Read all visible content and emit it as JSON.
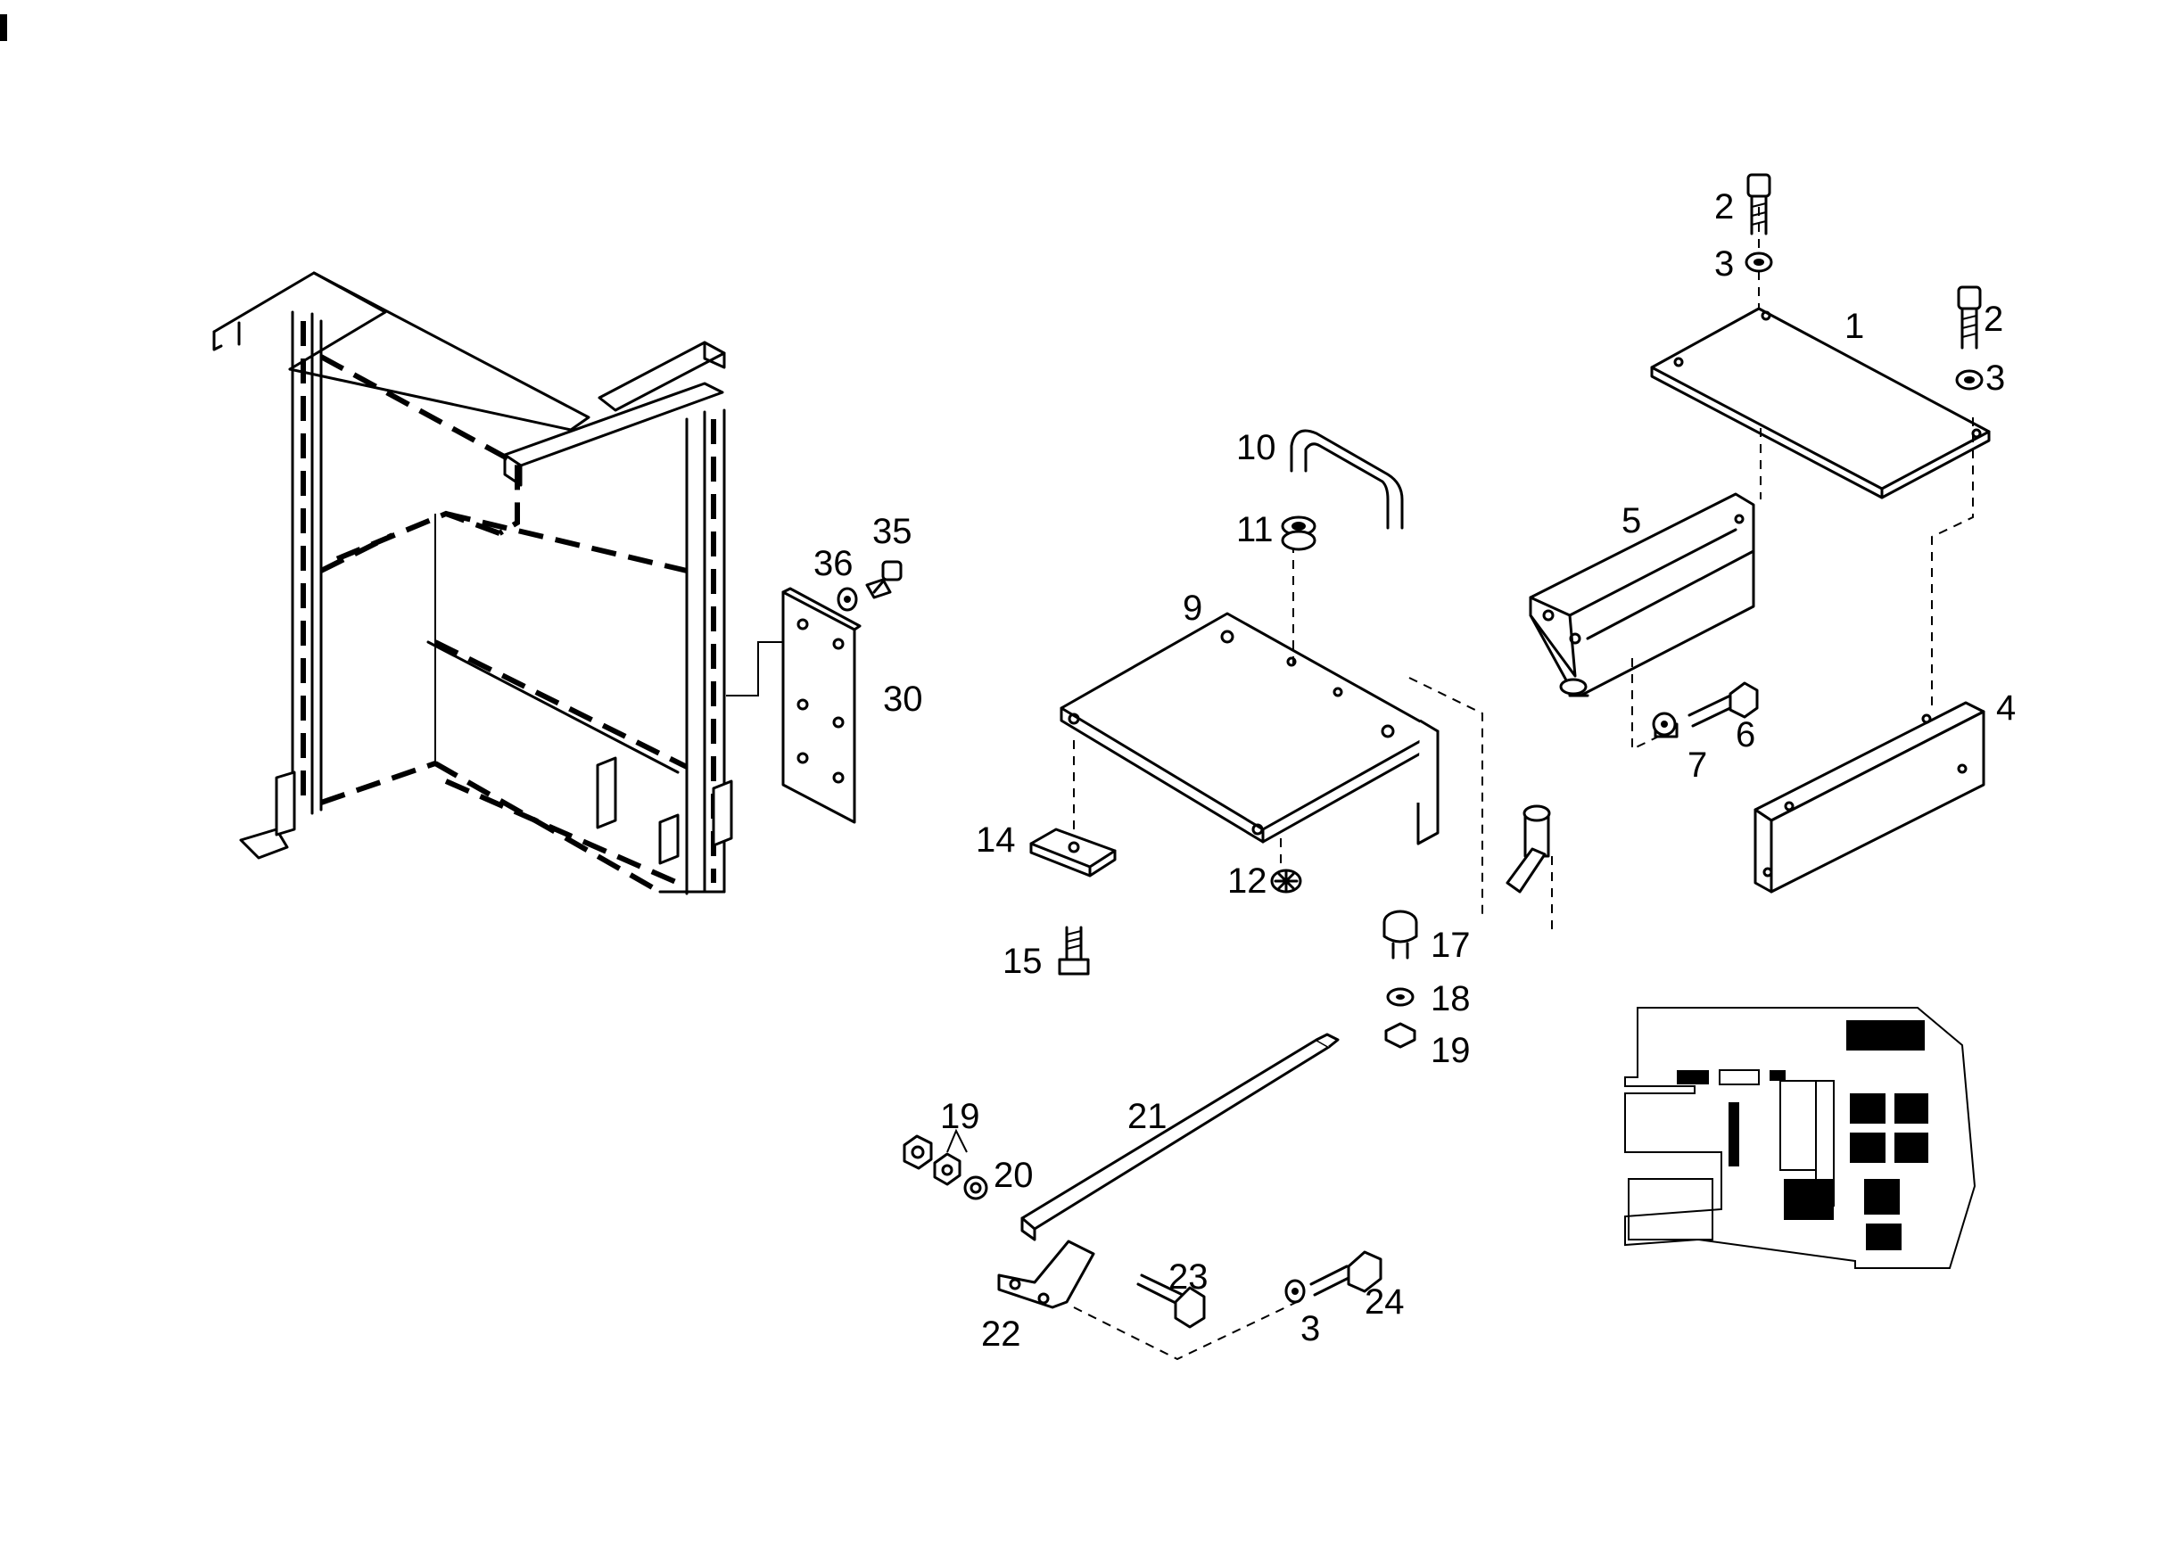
{
  "figure": {
    "callouts": [
      "1",
      "2",
      "3",
      "2",
      "3",
      "4",
      "5",
      "6",
      "7",
      "9",
      "10",
      "11",
      "12",
      "14",
      "15",
      "17",
      "18",
      "19",
      "19",
      "20",
      "21",
      "22",
      "23",
      "3",
      "24",
      "30",
      "35",
      "36"
    ]
  }
}
